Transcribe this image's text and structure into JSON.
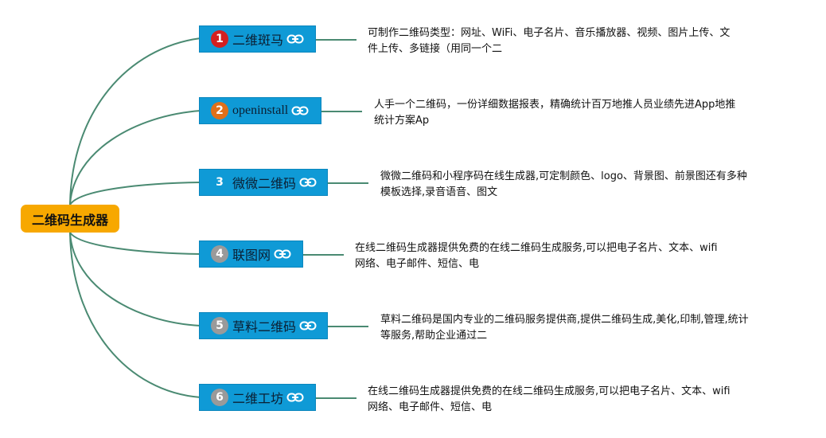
{
  "root": {
    "label": "二维码生成器"
  },
  "branches": [
    {
      "index": "1",
      "label": "二维斑马",
      "badge_color": "#d42020",
      "desc_lines": [
        "可制作二维码类型：网址、WiFi、电子名片、音乐播放器、视频、图片上传、文",
        "件上传、多链接（用同一个二"
      ]
    },
    {
      "index": "2",
      "label": "openinstall",
      "badge_color": "#e0701a",
      "desc_lines": [
        "人手一个二维码，一份详细数据报表，精确统计百万地推人员业绩先进App地推",
        "统计方案Ap"
      ]
    },
    {
      "index": "3",
      "label": "微微二维码",
      "badge_color": "#0f9ad6",
      "desc_lines": [
        "微微二维码和小程序码在线生成器,可定制颜色、logo、背景图、前景图还有多种",
        "模板选择,录音语音、图文"
      ]
    },
    {
      "index": "4",
      "label": "联图网",
      "badge_color": "#9a9a9a",
      "desc_lines": [
        "在线二维码生成器提供免费的在线二维码生成服务,可以把电子名片、文本、wifi",
        "网络、电子邮件、短信、电"
      ]
    },
    {
      "index": "5",
      "label": "草料二维码",
      "badge_color": "#9a9a9a",
      "desc_lines": [
        "草料二维码是国内专业的二维码服务提供商,提供二维码生成,美化,印制,管理,统计",
        "等服务,帮助企业通过二"
      ]
    },
    {
      "index": "6",
      "label": "二维工坊",
      "badge_color": "#9a9a9a",
      "desc_lines": [
        "在线二维码生成器提供免费的在线二维码生成服务,可以把电子名片、文本、wifi",
        "网络、电子邮件、短信、电"
      ]
    }
  ],
  "colors": {
    "root_fill": "#f7a800",
    "node_fill": "#0f9ad6",
    "connector": "#4a8a72"
  },
  "icons": {
    "link": "link-icon"
  }
}
